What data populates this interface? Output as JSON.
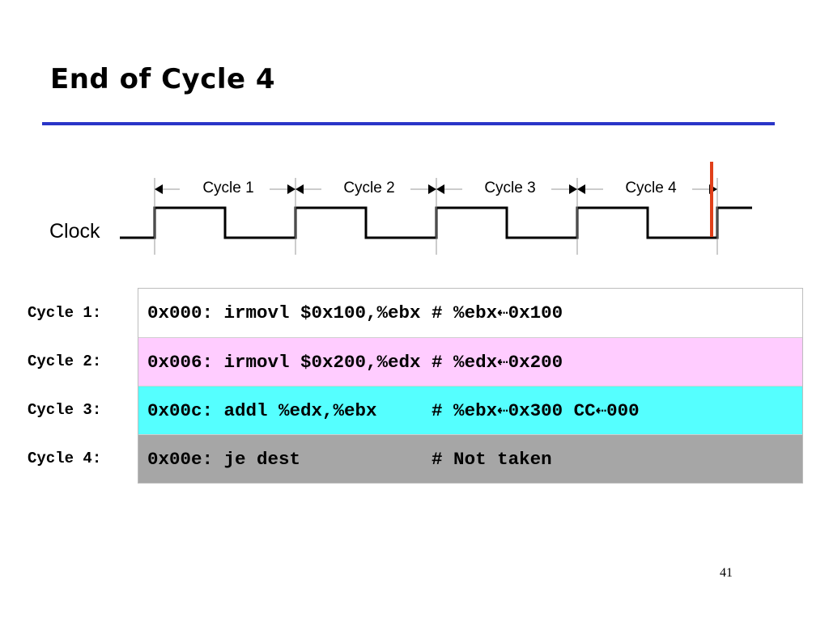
{
  "slide": {
    "title": "End of Cycle 4",
    "page_number": "41"
  },
  "timing": {
    "signal_label": "Clock",
    "cycle_labels": [
      "Cycle 1",
      "Cycle 2",
      "Cycle 3",
      "Cycle 4"
    ]
  },
  "colors": {
    "title_rule": "#2a35c8",
    "current_time_marker": "#e0401a",
    "row_backgrounds": [
      "#ffffff",
      "#ffccff",
      "#55ffff",
      "#a6a6a6"
    ]
  },
  "instructions": [
    {
      "cycle_label": "Cycle 1:",
      "text": "0x000: irmovl $0x100,%ebx # %ebx⇠0x100"
    },
    {
      "cycle_label": "Cycle 2:",
      "text": "0x006: irmovl $0x200,%edx # %edx⇠0x200"
    },
    {
      "cycle_label": "Cycle 3:",
      "text": "0x00c: addl %edx,%ebx     # %ebx⇠0x300 CC⇠000"
    },
    {
      "cycle_label": "Cycle 4:",
      "text": "0x00e: je dest            # Not taken"
    }
  ]
}
